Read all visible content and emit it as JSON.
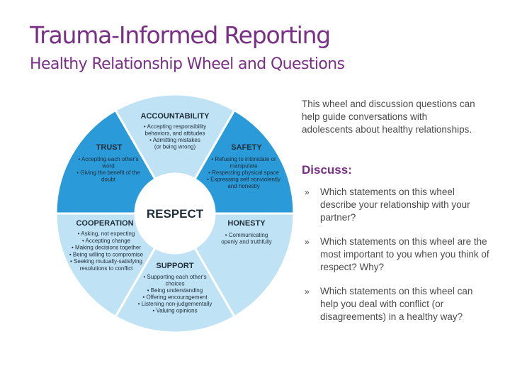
{
  "header": {
    "title": "Trauma-Informed Reporting",
    "subtitle": "Healthy Relationship Wheel and Questions"
  },
  "wheel": {
    "center": "RESPECT",
    "segments": [
      {
        "label": "ACCOUNTABILITY",
        "items": [
          "• Accepting responsibility",
          "behaviors, and attitudes",
          "• Admitting mistakes",
          "(or being wrong)"
        ]
      },
      {
        "label": "SAFETY",
        "items": [
          "• Refusing to intimidate or",
          "manipulate",
          "• Respecting physical space",
          "• Expressing self nonviolently",
          "and honestly"
        ]
      },
      {
        "label": "HONESTY",
        "items": [
          "• Communicating",
          "openly and truthfully"
        ]
      },
      {
        "label": "SUPPORT",
        "items": [
          "• Supporting each other's",
          "choices",
          "• Being understanding",
          "• Offering encouragement",
          "• Listening non-judgementally",
          "• Valuing opinions"
        ]
      },
      {
        "label": "COOPERATION",
        "items": [
          "• Asking, not expecting",
          "• Accepting change",
          "• Making decisions together",
          "• Being willing to compromise",
          "• Seeking mutually-satisfying",
          "resolutions to conflict"
        ]
      },
      {
        "label": "TRUST",
        "items": [
          "• Accepting each other's",
          "word",
          "• Giving the benefit of the",
          "doubt"
        ]
      }
    ],
    "colors": {
      "dark": "#2a9ad8",
      "light": "#bfe2f5",
      "center": "#ffffff",
      "text": "#1f2e3a"
    }
  },
  "intro": "This wheel and discussion questions can help guide conversations with adolescents about healthy relationships.",
  "discuss_label": "Discuss:",
  "bullet": "»",
  "questions": [
    "Which statements on this wheel describe your relationship with your partner?",
    "Which statements on this wheel are the most important to you when you think of respect? Why?",
    "Which statements on this wheel can help you deal with conflict (or disagreements) in a healthy way?"
  ],
  "colors": {
    "title": "#7a2f86",
    "body_text": "#4a4a4a"
  }
}
